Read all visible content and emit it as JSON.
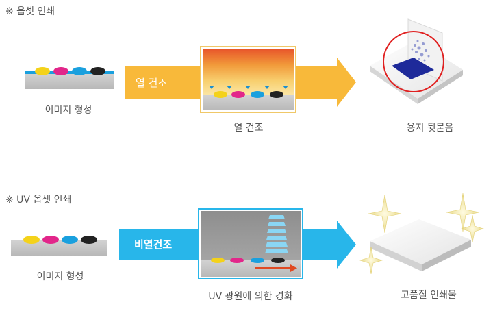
{
  "sections": [
    {
      "title": "※ 옵셋 인쇄",
      "step1_caption": "이미지 형성",
      "arrow_label": "열 건조",
      "step2_caption": "열 건조",
      "step3_caption": "용지 뒷묻음"
    },
    {
      "title": "※ UV 옵셋 인쇄",
      "step1_caption": "이미지 형성",
      "arrow_label": "비열건조",
      "step2_caption": "UV 광원에 의한 경화",
      "step3_caption": "고품질 인쇄물"
    }
  ],
  "colors": {
    "heat_arrow": "#f8b93a",
    "uv_arrow": "#28b6ea",
    "cyan": "#1aa0de",
    "magenta": "#e2268a",
    "yellow": "#f4d21a",
    "black": "#222222",
    "highlight_circle": "#e02020",
    "uv_beam": "#8ad6f4",
    "cure_arrow": "#e04a22"
  },
  "icons": [
    "heat-up-arrow-icon",
    "sparkle-icon",
    "cure-direction-arrow-icon"
  ]
}
